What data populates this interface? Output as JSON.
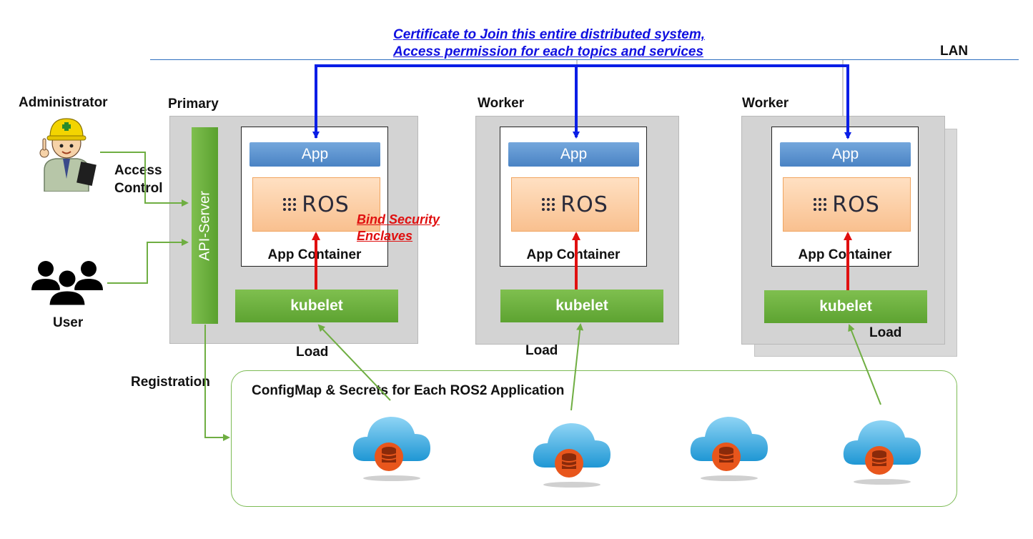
{
  "certificate_note": {
    "line1": "Certificate to Join this entire distributed system,",
    "line2": "Access permission for each topics and services"
  },
  "lan_label": "LAN",
  "actors": {
    "administrator": "Administrator",
    "user": "User",
    "access_control_line1": "Access",
    "access_control_line2": "Control"
  },
  "nodes": [
    {
      "title": "Primary",
      "app": "App",
      "ros": "ROS",
      "container": "App Container",
      "kubelet": "kubelet",
      "load": "Load"
    },
    {
      "title": "Worker",
      "app": "App",
      "ros": "ROS",
      "container": "App Container",
      "kubelet": "kubelet",
      "load": "Load"
    },
    {
      "title": "Worker",
      "app": "App",
      "ros": "ROS",
      "container": "App Container",
      "kubelet": "kubelet",
      "load": "Load"
    }
  ],
  "api_server": "API-Server",
  "bind_note": {
    "line1": "Bind Security",
    "line2": "Enclaves"
  },
  "registration": "Registration",
  "configmap_title": "ConfigMap & Secrets for Each ROS2 Application",
  "colors": {
    "lan_line": "#2d6fbf",
    "certificate_arrow": "#0a1ee6",
    "bind_arrow": "#e01010",
    "green": "#6fae42",
    "cloud": "#2fa8e0",
    "database": "#e8561c"
  },
  "icons": [
    "administrator-icon",
    "user-group-icon",
    "cloud-database-icon"
  ]
}
